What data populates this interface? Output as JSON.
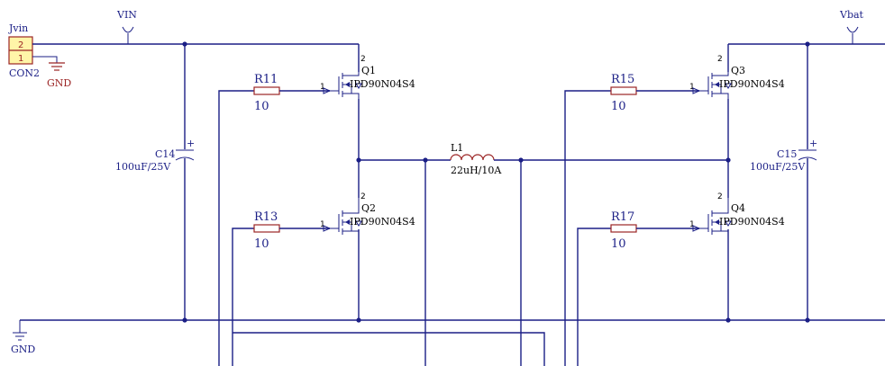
{
  "connector": {
    "designator": "Jvin",
    "part": "CON2",
    "pins": [
      "2",
      "1"
    ]
  },
  "power_ports": {
    "vin": "VIN",
    "vbat": "Vbat",
    "gnd_1": "GND",
    "gnd_2": "GND"
  },
  "resistors": [
    {
      "designator": "R11",
      "value": "10"
    },
    {
      "designator": "R13",
      "value": "10"
    },
    {
      "designator": "R15",
      "value": "10"
    },
    {
      "designator": "R17",
      "value": "10"
    }
  ],
  "mosfets": [
    {
      "designator": "Q1",
      "part": "IPD90N04S4",
      "gate_pin": "1",
      "drain_pin": "2"
    },
    {
      "designator": "Q2",
      "part": "IPD90N04S4",
      "gate_pin": "1",
      "drain_pin": "2"
    },
    {
      "designator": "Q3",
      "part": "IPD90N04S4",
      "gate_pin": "1",
      "drain_pin": "2"
    },
    {
      "designator": "Q4",
      "part": "IPD90N04S4",
      "gate_pin": "1",
      "drain_pin": "2"
    }
  ],
  "capacitors": [
    {
      "designator": "C14",
      "value": "100uF/25V",
      "polarity": "+"
    },
    {
      "designator": "C15",
      "value": "100uF/25V",
      "polarity": "+"
    }
  ],
  "inductor": {
    "designator": "L1",
    "value": "22uH/10A"
  }
}
